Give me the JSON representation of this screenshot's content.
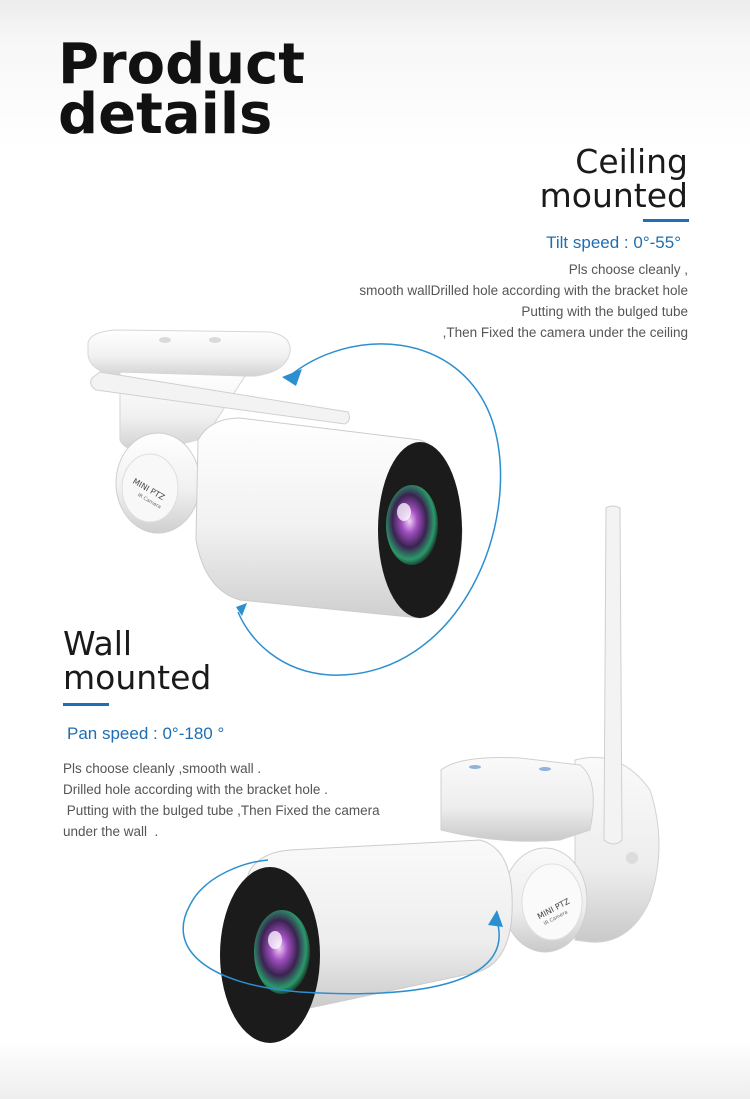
{
  "title": {
    "line1": "Product",
    "line2": "details"
  },
  "ceiling": {
    "heading_line1": "Ceiling",
    "heading_line2": "mounted",
    "speed": "Tilt speed : 0°-55°",
    "description": [
      "Pls choose cleanly ,",
      "smooth wallDrilled hole according with the bracket hole",
      "Putting with the bulged tube",
      ",Then Fixed the camera under the ceiling"
    ]
  },
  "wall": {
    "heading_line1": "Wall",
    "heading_line2": "mounted",
    "speed": "Pan speed : 0°-180 °",
    "description": [
      "Pls choose cleanly ,smooth wall .",
      "Drilled hole according with the bracket hole .",
      " Putting with the bulged tube ,Then Fixed the camera",
      "under the wall  ."
    ]
  },
  "camera_label": {
    "brand": "MINI PTZ",
    "sub": "IR Camera"
  },
  "colors": {
    "accent": "#1e6fb8",
    "arrow": "#2b8fd0",
    "camera_body": "#f4f4f4"
  }
}
